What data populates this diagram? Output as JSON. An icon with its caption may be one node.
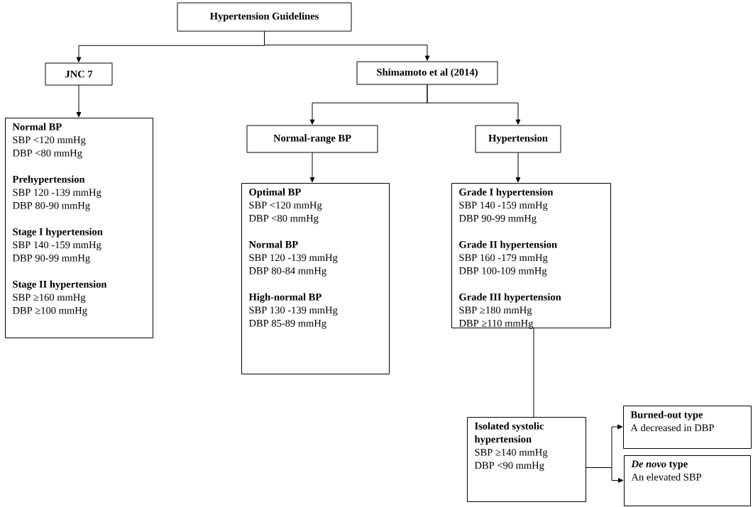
{
  "diagram": {
    "nodes": [
      {
        "text": [
          "Hypertension Guidelines"
        ]
      },
      {
        "text": [
          "JNC 7"
        ]
      },
      {
        "text": [
          "Shimamoto et al (2014)"
        ]
      },
      {
        "text": [
          "Normal BP",
          "SBP <120 mmHg",
          "DBP <80 mmHg",
          "Prehypertension",
          "SBP 120 -139 mmHg",
          "DBP 80-90 mmHg",
          "Stage I hypertension",
          "SBP 140 -159 mmHg",
          "DBP 90-99 mmHg",
          "Stage II hypertension",
          "SBP ≥160 mmHg",
          "DBP ≥100 mmHg"
        ]
      },
      {
        "text": [
          "Normal-range BP"
        ]
      },
      {
        "text": [
          "Hypertension"
        ]
      },
      {
        "text": [
          "Optimal BP",
          "SBP <120 mmHg",
          "DBP <80 mmHg",
          "Normal BP",
          "SBP 120 -139 mmHg",
          "DBP 80-84 mmHg",
          "High-normal BP",
          "SBP 130 -139 mmHg",
          "DBP 85-89 mmHg"
        ]
      },
      {
        "text": [
          "Grade I hypertension",
          "SBP 140 -159 mmHg",
          "DBP 90-99 mmHg",
          "Grade II hypertension",
          "SBP 160 -179 mmHg",
          "DBP 100-109 mmHg",
          "Grade III hypertension",
          "SBP ≥180 mmHg",
          "DBP ≥110 mmHg"
        ]
      },
      {
        "text": [
          "Isolated systolic hypertension",
          "SBP ≥140 mmHg",
          "DBP <90 mmHg"
        ]
      },
      {
        "text": [
          "Burned-out type",
          "A decreased in DBP"
        ]
      },
      {
        "text": [
          "*De novo* type",
          "An elevated SBP"
        ]
      }
    ],
    "edges": [
      {
        "from": 0,
        "to": 1,
        "arrow": "to"
      },
      {
        "from": 0,
        "to": 2,
        "arrow": "to"
      },
      {
        "from": 1,
        "to": 3,
        "arrow": "to"
      },
      {
        "from": 2,
        "to": 4,
        "arrow": "to"
      },
      {
        "from": 2,
        "to": 5,
        "arrow": "to"
      },
      {
        "from": 4,
        "to": 6,
        "arrow": "to"
      },
      {
        "from": 5,
        "to": 7,
        "arrow": "to"
      },
      {
        "from": 7,
        "to": 8,
        "arrow": "none"
      },
      {
        "from": 8,
        "to": 9,
        "arrow": "to"
      },
      {
        "from": 8,
        "to": 10,
        "arrow": "to"
      }
    ]
  }
}
